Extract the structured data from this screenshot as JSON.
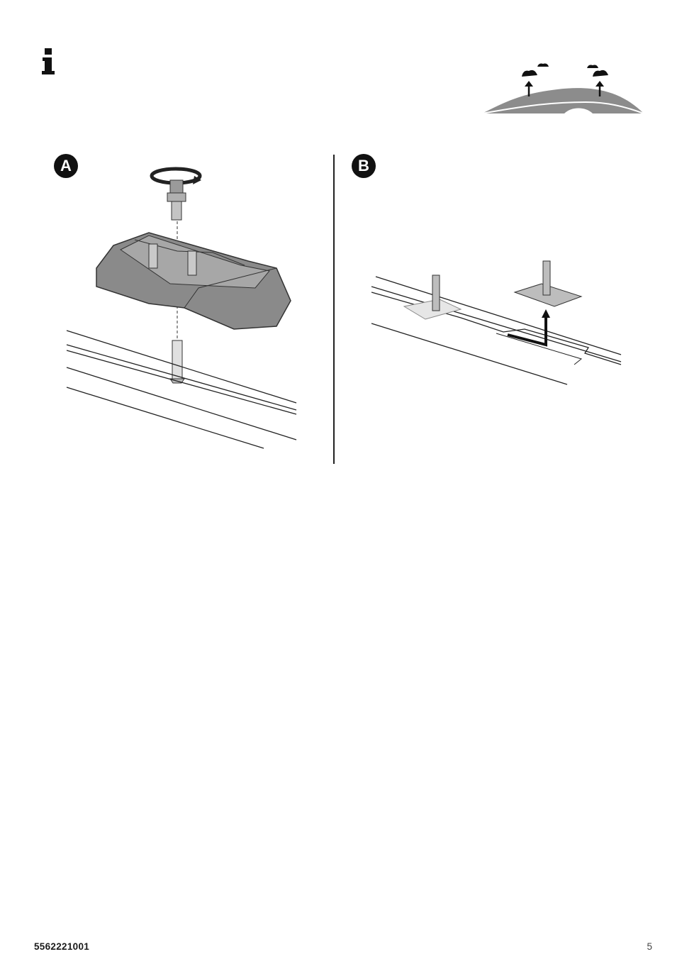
{
  "info_icon": "info-icon",
  "steps": [
    {
      "label": "A"
    },
    {
      "label": "B"
    }
  ],
  "footer": {
    "doc_number": "5562221001",
    "page_number": "5"
  }
}
